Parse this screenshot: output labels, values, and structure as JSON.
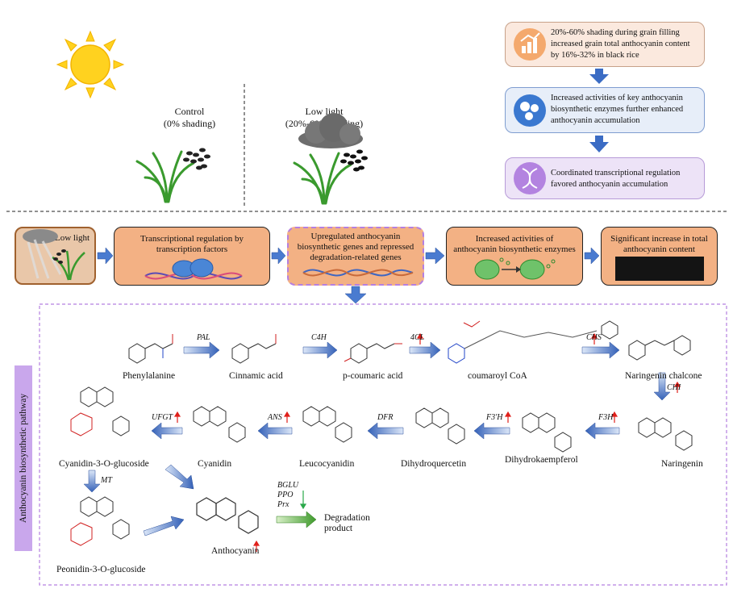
{
  "colors": {
    "orange_box": "#f3b184",
    "purple_border": "#b57fe0",
    "arrow_blue": "#3b6cc4",
    "up_red": "#e0201b",
    "down_green": "#2aa84a",
    "sidebar_bg": "#c9a7ec"
  },
  "top": {
    "control_label": "Control",
    "control_sub": "(0% shading)",
    "lowlight_label": "Low light",
    "lowlight_sub": "(20%-60% shading)",
    "right_boxes": [
      "20%-60% shading during grain filling increased grain total anthocyanin content by 16%-32% in black rice",
      "Increased activities of key anthocyanin biosynthetic enzymes further enhanced anthocyanin accumulation",
      "Coordinated transcriptional regulation favored anthocyanin accumulation"
    ]
  },
  "flow": {
    "step1": "Low light",
    "step2": "Transcriptional regulation by transcription factors",
    "step3": "Upregulated anthocyanin biosynthetic genes and repressed degradation-related genes",
    "step4": "Increased activities of anthocyanin biosynthetic enzymes",
    "step5": "Significant increase in total anthocyanin content"
  },
  "pathway": {
    "side_label": "Anthocyanin biosynthetic pathway",
    "compounds": [
      "Phenylalanine",
      "Cinnamic acid",
      "p-coumaric acid",
      "coumaroyl CoA",
      "Naringenin chalcone",
      "Naringenin",
      "Dihydrokaempferol",
      "Dihydroquercetin",
      "Leucocyanidin",
      "Cyanidin",
      "Cyanidin-3-O-glucoside",
      "Peonidin-3-O-glucoside",
      "Anthocyanin",
      "Degradation product"
    ],
    "enzymes": [
      "PAL",
      "C4H",
      "4CL",
      "CHS",
      "CHI",
      "F3H",
      "F3'H",
      "DFR",
      "ANS",
      "UFGT",
      "MT"
    ],
    "degradation_enzymes": [
      "BGLU",
      "PPO",
      "Prx"
    ]
  }
}
